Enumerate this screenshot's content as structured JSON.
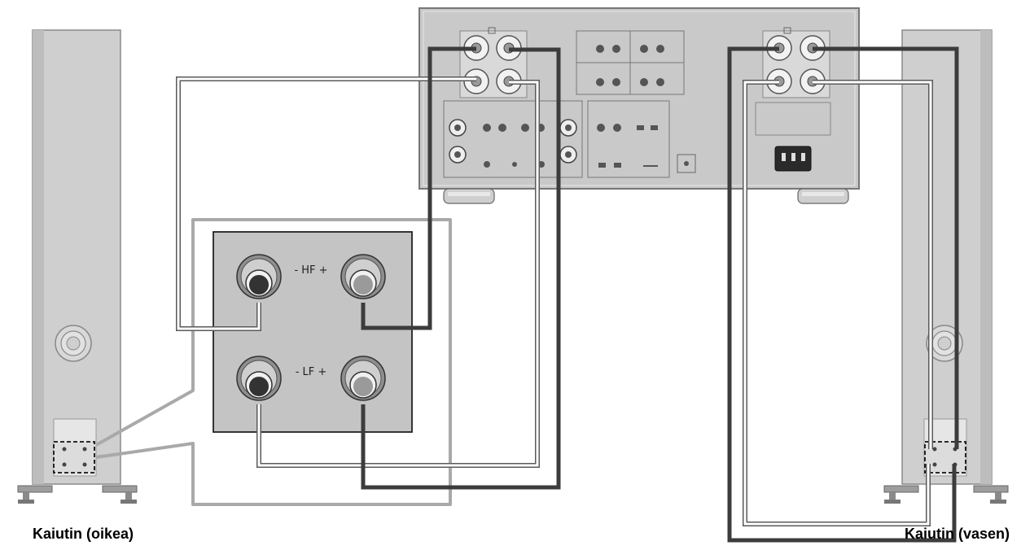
{
  "labels": {
    "speaker_right": "Kaiutin (oikea)",
    "speaker_left": "Kaiutin (vasen)",
    "hf_terminal": "- HF +",
    "lf_terminal": "- LF +"
  },
  "colors": {
    "cable_positive": "#3c3c3c",
    "cable_negative_outline": "#5a5a5a",
    "cable_negative_fill": "#ffffff",
    "speaker_body": "#cfcfcf",
    "amp_body": "#c9c9c9",
    "zoom_frame": "#a9a9a9",
    "terminal_panel": "#c4c4c4"
  },
  "icons": [
    "speaker-woofer-icon",
    "binding-post-icon",
    "xlr-connector-icon",
    "rca-jack-icon",
    "power-inlet-icon",
    "amplifier-foot-icon"
  ]
}
